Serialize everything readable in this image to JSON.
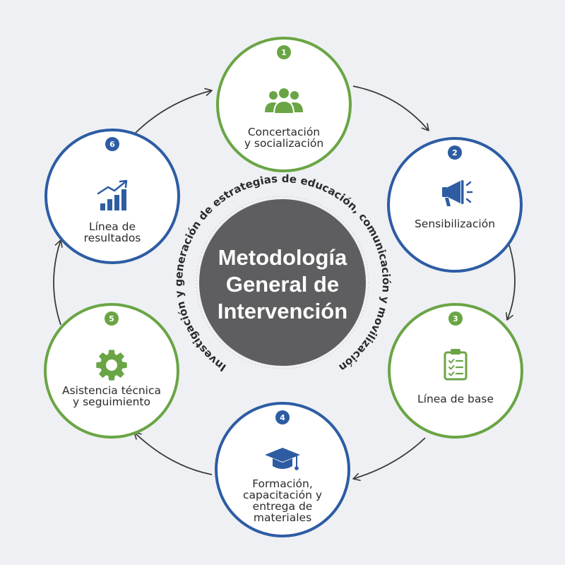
{
  "center": {
    "title_lines": [
      "Metodología",
      "General de",
      "Intervención"
    ],
    "ring_text": "Investigación y generación de estrategias de educación, comunicación y movilización"
  },
  "steps": [
    {
      "number": "1",
      "label_lines": [
        "Concertación",
        "y socialización"
      ],
      "icon": "people-group-icon",
      "color": "#6aa545"
    },
    {
      "number": "2",
      "label_lines": [
        "Sensibilización"
      ],
      "icon": "megaphone-icon",
      "color": "#2d5ca3"
    },
    {
      "number": "3",
      "label_lines": [
        "Línea de base"
      ],
      "icon": "clipboard-checklist-icon",
      "color": "#6aa545"
    },
    {
      "number": "4",
      "label_lines": [
        "Formación,",
        "capacitación y",
        "entrega de",
        "materiales"
      ],
      "icon": "graduation-cap-icon",
      "color": "#2d5ca3"
    },
    {
      "number": "5",
      "label_lines": [
        "Asistencia técnica",
        "y seguimiento"
      ],
      "icon": "gear-icon",
      "color": "#6aa545"
    },
    {
      "number": "6",
      "label_lines": [
        "Línea de",
        "resultados"
      ],
      "icon": "growth-chart-icon",
      "color": "#2d5ca3"
    }
  ],
  "colors": {
    "green": "#6aa545",
    "blue": "#2d5ca3",
    "center_fill": "#5e5e60",
    "arrow": "#3a3a3a",
    "background": "#eef0f3"
  }
}
